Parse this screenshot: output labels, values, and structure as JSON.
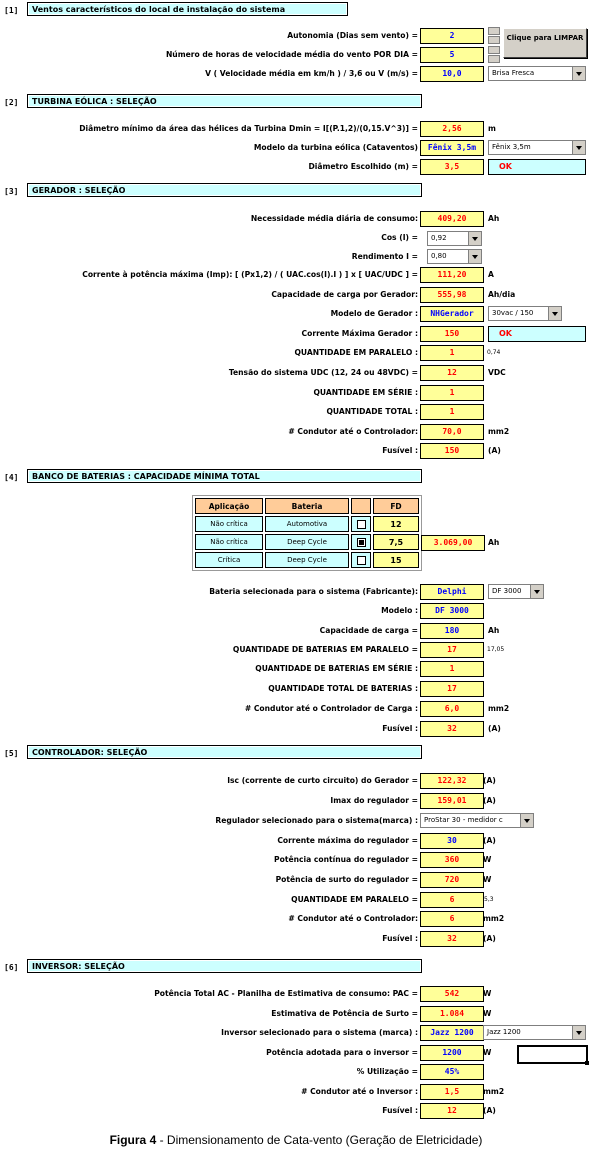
{
  "s1": {
    "num": "[1]",
    "title": "Ventos característicos do local de instalação do sistema",
    "autonomia_label": "Autonomia (Dias sem vento) =",
    "autonomia_value": "2",
    "horas_label": "Número de horas de velocidade média do vento POR DIA =",
    "horas_value": "5",
    "velocidade_label": "V ( Velocidade média em km/h ) / 3,6    ou   V (m/s) =",
    "velocidade_value": "10,0",
    "velocidade_select": "Brisa Fresca",
    "limpar_button": "Clique para LIMPAR"
  },
  "s2": {
    "num": "[2]",
    "title": "TURBINA EÓLICA : SELEÇÃO",
    "diametro_label": "Diâmetro mínimo da área das hélices da Turbina Dmin = I[(P.1,2)/(0,15.V^3)] =",
    "diametro_value": "2,56",
    "diametro_unit": "m",
    "modelo_label": "Modelo da turbina eólica (Cataventos)",
    "modelo_value": "Fênix 3,5m",
    "modelo_select": "Fênix 3,5m",
    "escolhido_label": "Diâmetro Escolhido (m) =",
    "escolhido_value": "3,5",
    "escolhido_ok": "OK"
  },
  "s3": {
    "num": "[3]",
    "title": "GERADOR : SELEÇÃO",
    "necessidade_label": "Necessidade média diária de consumo:",
    "necessidade_value": "409,20",
    "necessidade_unit": "Ah",
    "cos_label": "Cos (I) =",
    "cos_select": "0,92",
    "rend_label": "Rendimento I =",
    "rend_select": "0,80",
    "corrente_label": "Corrente à potência máxima (Imp): [ (Px1,2) / ( UAC.cos(I).I ) ] x [ UAC/UDC ] =",
    "corrente_value": "111,20",
    "corrente_unit": "A",
    "capacidade_label": "Capacidade de carga por Gerador:",
    "capacidade_value": "555,98",
    "capacidade_unit": "Ah/dia",
    "modelo_label": "Modelo de Gerador :",
    "modelo_value": "NHGerador",
    "modelo_select": "30vac / 150",
    "cmax_label": "Corrente Máxima Gerador :",
    "cmax_value": "150",
    "cmax_ok": "OK",
    "paralelo_label": "QUANTIDADE EM PARALELO :",
    "paralelo_value": "1",
    "paralelo_small": "0,74",
    "tensao_label": "Tensão do sistema UDC (12, 24 ou 48VDC) =",
    "tensao_value": "12",
    "tensao_unit": "VDC",
    "serie_label": "QUANTIDADE EM SÉRIE :",
    "serie_value": "1",
    "total_label": "QUANTIDADE TOTAL :",
    "total_value": "1",
    "condutor_label": "# Condutor até o Controlador:",
    "condutor_value": "70,0",
    "condutor_unit": "mm2",
    "fusivel_label": "Fusível :",
    "fusivel_value": "150",
    "fusivel_unit": "(A)"
  },
  "s4": {
    "num": "[4]",
    "title": "BANCO DE BATERIAS : CAPACIDADE MÍNIMA TOTAL",
    "table": {
      "headers": [
        "Aplicação",
        "Bateria",
        "",
        "FD"
      ],
      "rows": [
        {
          "app": "Não crítica",
          "bat": "Automotiva",
          "checked": false,
          "fd": "12"
        },
        {
          "app": "Não crítica",
          "bat": "Deep Cycle",
          "checked": true,
          "fd": "7,5"
        },
        {
          "app": "Crítica",
          "bat": "Deep Cycle",
          "checked": false,
          "fd": "15"
        }
      ],
      "result_value": "3.069,00",
      "result_unit": "Ah"
    },
    "fabricante_label": "Bateria selecionada para o sistema (Fabricante):",
    "fabricante_value": "Delphi",
    "fabricante_select": "DF 3000",
    "modelo_label": "Modelo :",
    "modelo_value": "DF 3000",
    "capacidade_label": "Capacidade de carga =",
    "capacidade_value": "180",
    "capacidade_unit": "Ah",
    "paralelo_label": "QUANTIDADE DE BATERIAS EM PARALELO =",
    "paralelo_value": "17",
    "paralelo_small": "17,05",
    "serie_label": "QUANTIDADE DE BATERIAS EM SÉRIE :",
    "serie_value": "1",
    "total_label": "QUANTIDADE TOTAL DE BATERIAS :",
    "total_value": "17",
    "condutor_label": "# Condutor até o Controlador de Carga :",
    "condutor_value": "6,0",
    "condutor_unit": "mm2",
    "fusivel_label": "Fusível :",
    "fusivel_value": "32",
    "fusivel_unit": "(A)"
  },
  "s5": {
    "num": "[5]",
    "title": "CONTROLADOR: SELEÇÃO",
    "isc_label": "Isc (corrente de curto circuito) do Gerador =",
    "isc_value": "122,32",
    "isc_unit": "(A)",
    "imax_label": "Imax do regulador =",
    "imax_value": "159,01",
    "imax_unit": "(A)",
    "regulador_label": "Regulador selecionado para o sistema(marca) :",
    "regulador_select": "ProStar 30 - medidor c",
    "cmax_label": "Corrente máxima do regulador =",
    "cmax_value": "30",
    "cmax_unit": "(A)",
    "pcont_label": "Potência contínua do regulador =",
    "pcont_value": "360",
    "pcont_unit": "W",
    "psurto_label": "Potência de surto do regulador =",
    "psurto_value": "720",
    "psurto_unit": "W",
    "paralelo_label": "QUANTIDADE EM PARALELO =",
    "paralelo_value": "6",
    "paralelo_small": "5,3",
    "condutor_label": "# Condutor até o Controlador:",
    "condutor_value": "6",
    "condutor_unit": "mm2",
    "fusivel_label": "Fusível :",
    "fusivel_value": "32",
    "fusivel_unit": "(A)"
  },
  "s6": {
    "num": "[6]",
    "title": "INVERSOR: SELEÇÃO",
    "pac_label": "Potência Total AC - Planilha de Estimativa de consumo:     PAC =",
    "pac_value": "542",
    "pac_unit": "W",
    "surto_label": "Estimativa de Potência de Surto =",
    "surto_value": "1.084",
    "surto_unit": "W",
    "inversor_label": "Inversor selecionado para o sistema (marca) :",
    "inversor_value": "Jazz 1200",
    "inversor_select": "Jazz 1200",
    "padot_label": "Potência adotada para o inversor =",
    "padot_value": "1200",
    "padot_unit": "W",
    "util_label": "% Utilização =",
    "util_value": "45%",
    "condutor_label": "# Condutor até o Inversor :",
    "condutor_value": "1,5",
    "condutor_unit": "mm2",
    "fusivel_label": "Fusível :",
    "fusivel_value": "12",
    "fusivel_unit": "(A)"
  },
  "caption": {
    "bold": "Figura 4",
    "text": " - Dimensionamento de Cata-vento (Geração de Eletricidade)"
  }
}
